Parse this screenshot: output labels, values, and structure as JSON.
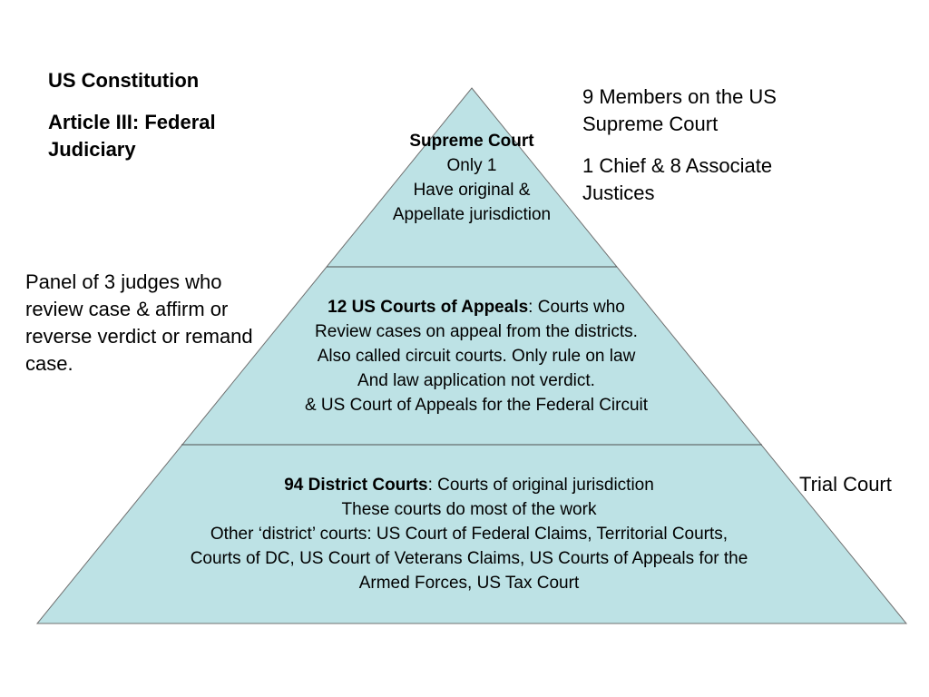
{
  "colors": {
    "pyramid_fill": "#bde2e5",
    "pyramid_stroke": "#707070",
    "divider": "#505050",
    "text": "#000000"
  },
  "title": {
    "line1": "US Constitution",
    "line2": "Article III:  Federal Judiciary"
  },
  "supreme_court": {
    "heading": "Supreme Court",
    "lines": [
      "Only 1",
      "Have original &",
      "Appellate jurisdiction"
    ]
  },
  "appeals_courts": {
    "heading": "12 US Courts of Appeals",
    "heading_suffix": ":  Courts who",
    "lines": [
      "Review cases on appeal from the districts.",
      "Also called circuit courts.  Only rule on law",
      "And law application not verdict.",
      "& US Court of Appeals for the Federal Circuit"
    ]
  },
  "district_courts": {
    "heading": "94 District Courts",
    "heading_suffix": ":  Courts of original jurisdiction",
    "lines": [
      "These courts do most of the work",
      "Other ‘district’ courts:  US Court of Federal Claims, Territorial Courts,",
      "Courts of DC, US Court of Veterans Claims, US Courts of Appeals for the",
      "Armed Forces, US Tax Court"
    ]
  },
  "supreme_notes": {
    "members": "9 Members on the US Supreme Court",
    "justices": "1 Chief & 8 Associate Justices"
  },
  "appeals_note": "Panel of 3 judges who review case & affirm or reverse verdict or remand case.",
  "district_note": "Trial Court"
}
